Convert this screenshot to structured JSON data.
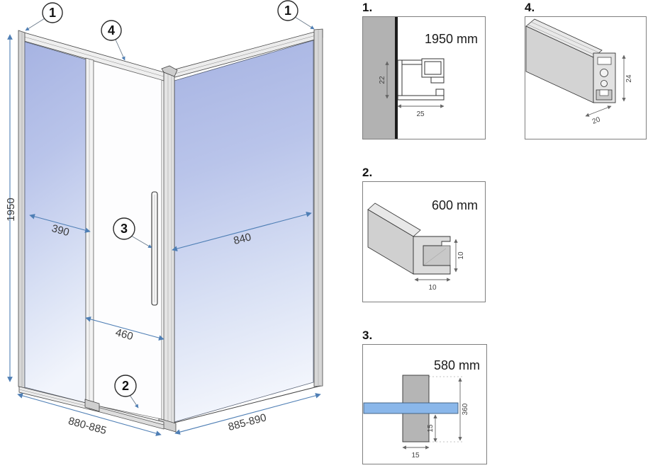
{
  "main": {
    "dims": {
      "height": "1950",
      "fixed_panel": "390",
      "door": "460",
      "side_panel": "840",
      "front_width": "880-885",
      "side_width": "885-890"
    },
    "callouts": {
      "c_top_left": "1",
      "c_top_rail": "4",
      "c_top_right": "1",
      "c_handle": "3",
      "c_bottom_rail": "2"
    }
  },
  "details": {
    "d1": {
      "label": "1.",
      "size": "1950 mm",
      "dim_height": "22",
      "dim_width": "25"
    },
    "d2": {
      "label": "2.",
      "size": "600 mm",
      "dim_height": "10",
      "dim_width": "10"
    },
    "d3": {
      "label": "3.",
      "size": "580 mm",
      "dim_length": "360",
      "dim_inset": "15",
      "dim_width": "15"
    },
    "d4": {
      "label": "4.",
      "dim_height": "24",
      "dim_depth": "20"
    }
  },
  "colors": {
    "dimension_blue": "#4f7fb5",
    "glass_blue_top": "#a6b3e2",
    "glass_blue_bottom": "#f2f5fc",
    "wall_gray": "#b2b2b2",
    "glass_bar_blue": "#8ab7ea",
    "profile_gray": "#d3d3d3"
  }
}
